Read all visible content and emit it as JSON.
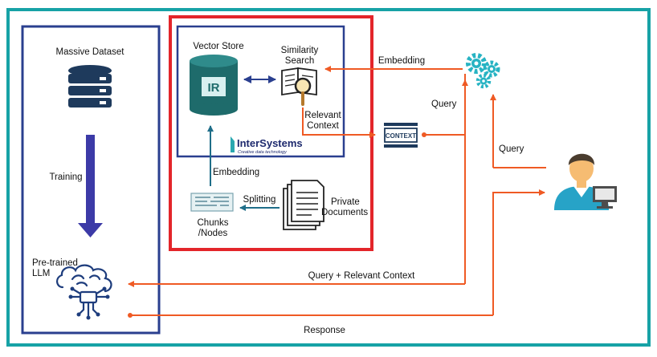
{
  "colors": {
    "frame": "#17a2a6",
    "left_box": "#2a3f8f",
    "rag_outer": "#e3252a",
    "vector_box": "#2a3f8f",
    "training_arrow": "#3c3aa7",
    "orange_line": "#ef5a24",
    "teal_line": "#1f6e89",
    "db_navy": "#1e3a5c",
    "cyl_teal": "#1e6b6b",
    "gear_teal": "#27b3c3",
    "brain_navy": "#1e3d7d",
    "user_cyan": "#27a3c7",
    "user_hair": "#4a3c2e",
    "user_skin": "#f6bc72"
  },
  "labels": {
    "massive_dataset": "Massive Dataset",
    "training": "Training",
    "pretrained_llm": [
      "Pre-trained",
      "LLM"
    ],
    "vector_store": "Vector Store",
    "ir_badge": "IR",
    "similarity_search": [
      "Similarity",
      "Search"
    ],
    "relevant_context": [
      "Relevant",
      "Context"
    ],
    "intersystems_brand": "InterSystems",
    "intersystems_tagline": "Creative data technology",
    "embedding_inner": "Embedding",
    "splitting": "Splitting",
    "chunks_nodes": [
      "Chunks",
      "/Nodes"
    ],
    "private_documents": [
      "Private",
      "Documents"
    ],
    "embedding_outer": "Embedding",
    "query_middle": "Query",
    "context_tag": "CONTEXT",
    "query_right": "Query",
    "query_relevant_context": "Query + Relevant Context",
    "response": "Response"
  },
  "icons": {
    "dataset": "database-icon",
    "vector_store": "database-cylinder-icon",
    "similarity": "document-magnifier-icon",
    "chunks": "document-chunks-icon",
    "private_docs": "document-stack-icon",
    "gears": "gears-icon",
    "context": "context-tag-icon",
    "llm": "brain-circuit-icon",
    "user": "user-computer-icon"
  }
}
